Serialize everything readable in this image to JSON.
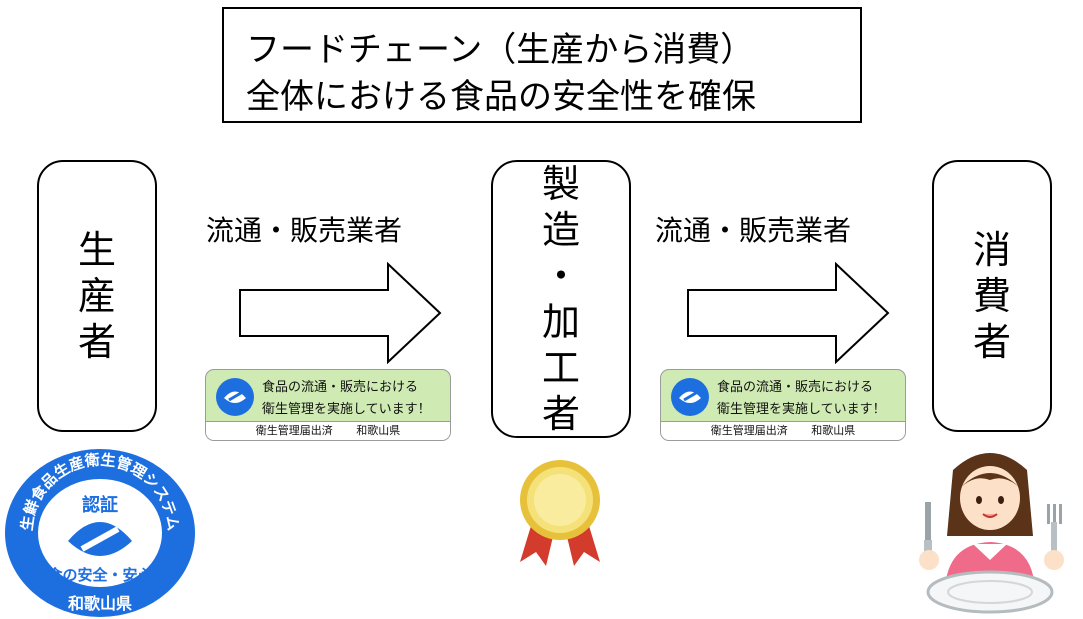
{
  "title": {
    "line1": "フードチェーン（生産から消費）",
    "line2": "全体における食品の安全性を確保"
  },
  "actors": {
    "producer": [
      "生",
      "産",
      "者"
    ],
    "manufacturer": [
      "製",
      "造",
      "・",
      "加",
      "工",
      "者"
    ],
    "consumer": [
      "消",
      "費",
      "者"
    ]
  },
  "flows": [
    {
      "label": "流通・販売業者"
    },
    {
      "label": "流通・販売業者"
    }
  ],
  "certificate": {
    "line1": "食品の流通・販売における",
    "line2": "衛生管理を実施しています！",
    "footer_left": "衛生管理届出済",
    "footer_right": "和歌山県",
    "logo_icon": "wakayama-food-safety-logo"
  },
  "seal": {
    "arc_text": "生鮮食品生産衛生管理システム",
    "center_label": "認証",
    "bottom_text": "食の安全・安心",
    "prefecture": "和歌山県",
    "color": "#1d6fe0"
  },
  "illustrations": {
    "medal_icon": "gold-medal-icon",
    "consumer_icon": "woman-with-knife-fork-icon"
  },
  "colors": {
    "cert_background": "#cfeab3",
    "seal_blue": "#1d6fe0"
  }
}
